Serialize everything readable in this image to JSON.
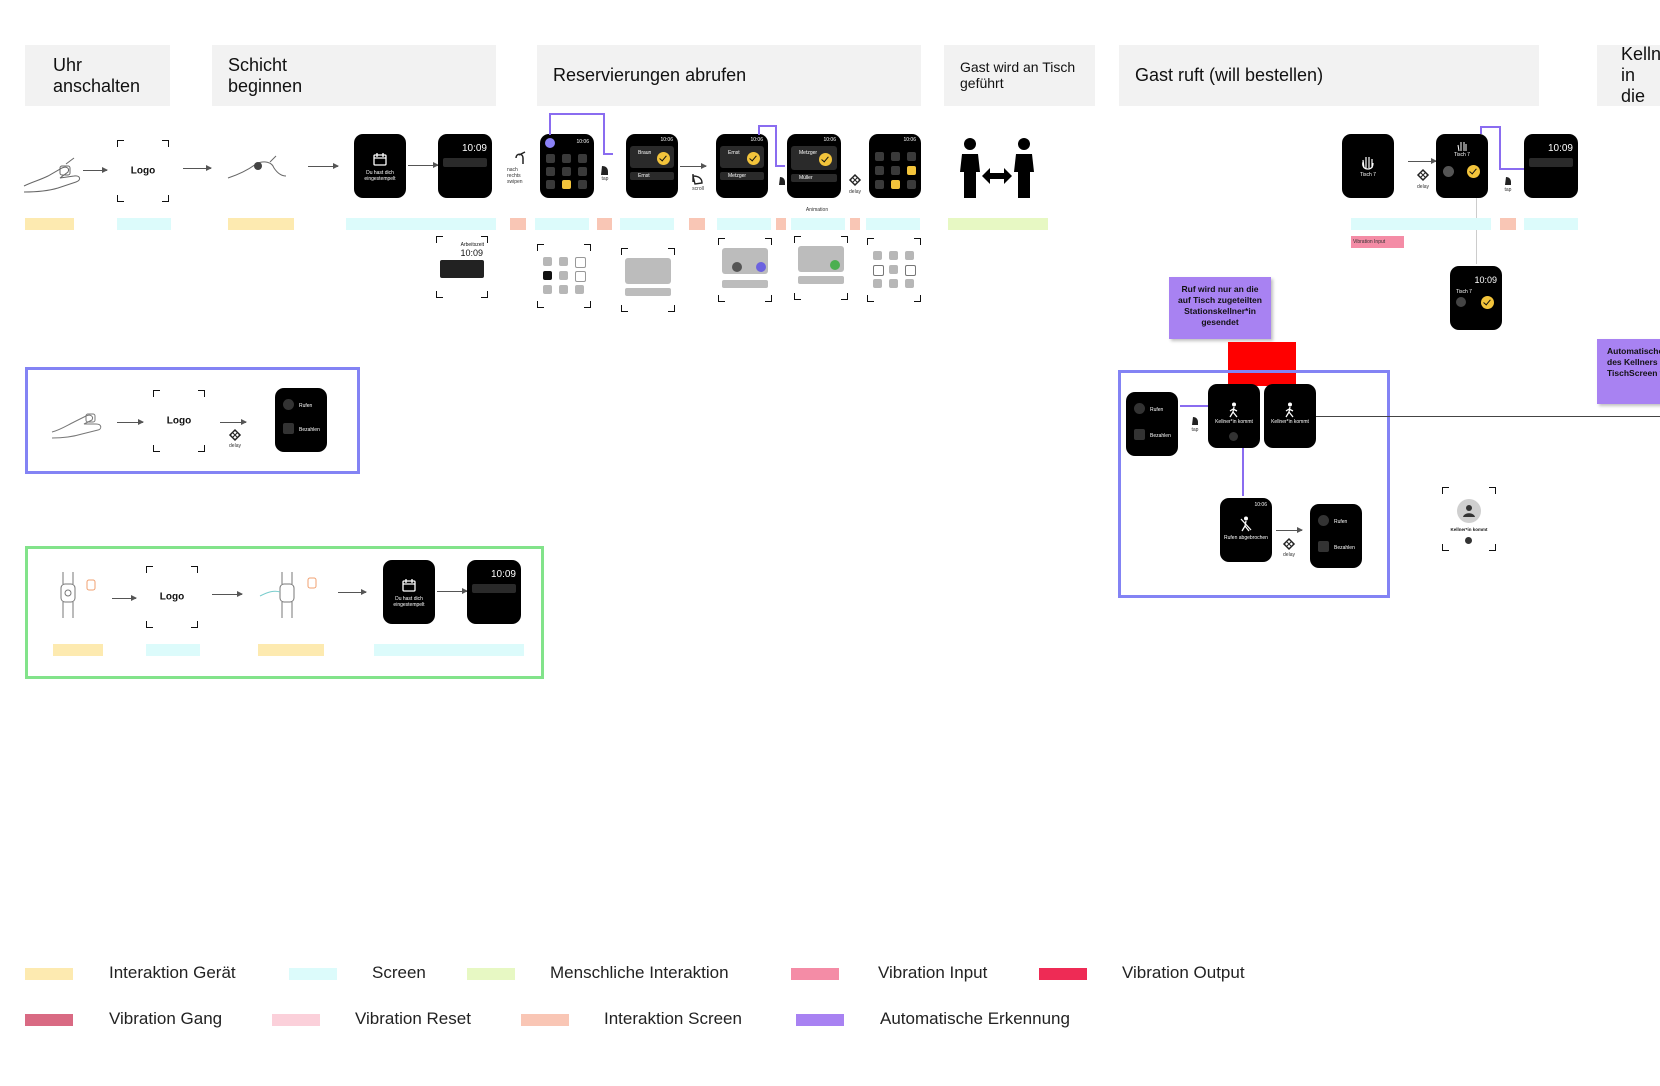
{
  "headers": [
    {
      "id": "uhr",
      "text": "Uhr\nanschalten"
    },
    {
      "id": "schicht",
      "text": "Schicht\nbeginnen"
    },
    {
      "id": "reservierungen",
      "text": "Reservierungen abrufen"
    },
    {
      "id": "gast_tisch",
      "text": "Gast wird an Tisch\ngeführt"
    },
    {
      "id": "gast_ruft",
      "text": "Gast ruft (will bestellen)"
    },
    {
      "id": "kelln",
      "text": "Kelln\nin die"
    }
  ],
  "screens": {
    "logo_label": "Logo",
    "time": "10:09",
    "time_small": "10:06",
    "schedule_label": "Du hast dich\neingestempelt",
    "arbeitszeit": "Arbeitszeit",
    "tisch_label": "Tisch 7",
    "tisch_label_alt": "Tisch 7",
    "rufen": "Rufen",
    "bezahlen": "Bezahlen",
    "kellner_kommt": "Kellner*in kommt",
    "rufen_abgebrochen": "Rufen abgebrochen",
    "names": [
      "Braun",
      "Ernst",
      "Metzger",
      "Müller"
    ],
    "swipe_caption": "nach\nrechts\nswipen"
  },
  "captions": {
    "tap": "tap",
    "delay": "delay",
    "scroll": "scroll",
    "animation": "Animation",
    "vibration_input": "Vibration Input"
  },
  "notes": {
    "ruf": "Ruf wird nur an die auf Tisch zugeteilten Stationskellner*in gesendet",
    "auto": "Automatische\ndes Kellners\nTischScreen w"
  },
  "legend": [
    {
      "label": "Interaktion Gerät",
      "color": "#fdeab0"
    },
    {
      "label": "Screen",
      "color": "#dcfbfb"
    },
    {
      "label": "Menschliche Interaktion",
      "color": "#e7f8c3"
    },
    {
      "label": "Vibration Input",
      "color": "#f48ca6"
    },
    {
      "label": "Vibration Output",
      "color": "#ee2b55"
    },
    {
      "label": "Vibration Gang",
      "color": "#d96a83"
    },
    {
      "label": "Vibration Reset",
      "color": "#fbd0da"
    },
    {
      "label": "Interaktion Screen",
      "color": "#f9c6b5"
    },
    {
      "label": "Automatische Erkennung",
      "color": "#a882f2"
    }
  ],
  "colors": {
    "purple_frame": "#8383f4",
    "green_frame": "#82e38a",
    "red_block": "#ff0000",
    "accent_yellow": "#f3c43b"
  }
}
